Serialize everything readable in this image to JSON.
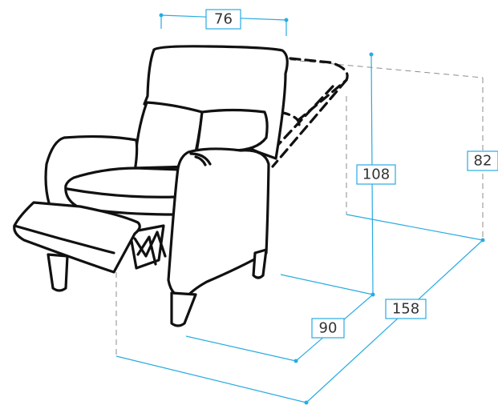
{
  "dimensions": {
    "width": "76",
    "height": "108",
    "back_height": "82",
    "depth": "90",
    "extended_depth": "158"
  }
}
